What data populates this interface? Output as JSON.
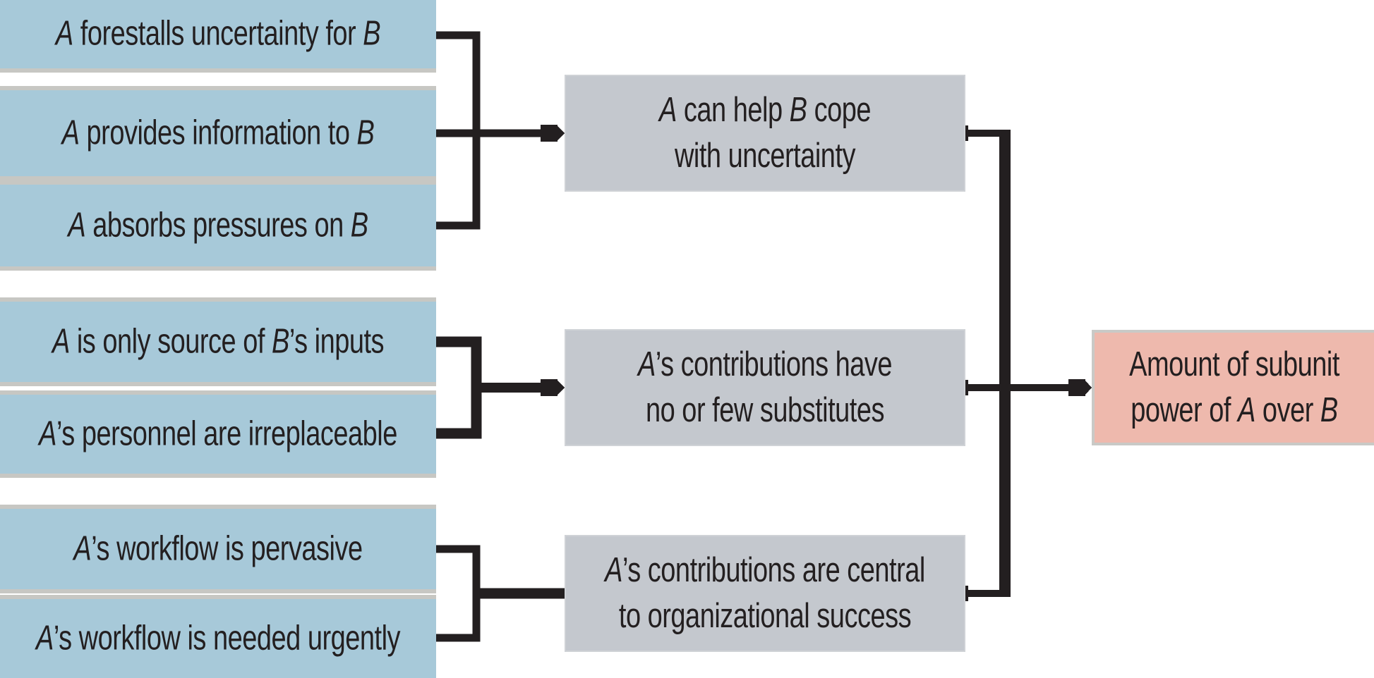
{
  "colors": {
    "condition_box": "#a7c9d9",
    "intermediate_box": "#c4c8ce",
    "outcome_box": "#eeb9ad",
    "connector": "#231f20",
    "box_edge": "#c7c7c3"
  },
  "determinants": [
    {
      "label": "A forestalls uncertainty for B",
      "group": "uncertainty"
    },
    {
      "label": "A provides information to B",
      "group": "uncertainty"
    },
    {
      "label": "A absorbs pressures on B",
      "group": "uncertainty"
    },
    {
      "label": "A is only source of B’s inputs",
      "group": "substitutability"
    },
    {
      "label": "A’s personnel are irreplaceable",
      "group": "substitutability"
    },
    {
      "label": "A’s workflow is pervasive",
      "group": "centrality"
    },
    {
      "label": "A’s workflow is needed urgently",
      "group": "centrality"
    }
  ],
  "intermediates": [
    {
      "label": "A can help B cope\nwith uncertainty"
    },
    {
      "label": "A’s contributions have\nno or few substitutes"
    },
    {
      "label": "A’s contributions are central\nto organizational success"
    }
  ],
  "outcome": {
    "label": "Amount of subunit\npower of A over B"
  }
}
